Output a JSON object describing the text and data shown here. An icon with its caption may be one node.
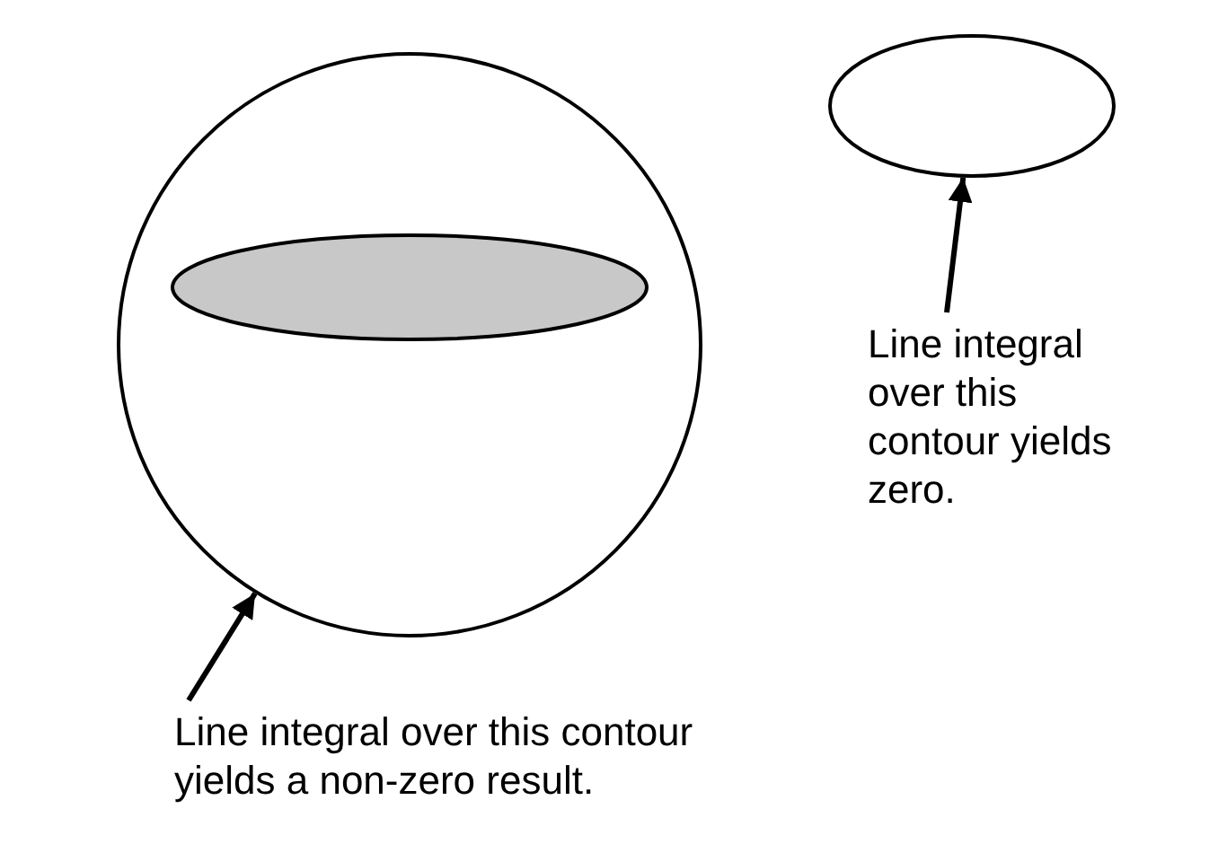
{
  "diagram": {
    "nodes": [
      {
        "text": [],
        "shape": "circle"
      },
      {
        "text": [],
        "shape": "ellipse",
        "in": 0
      },
      {
        "text": [],
        "shape": "ellipse"
      },
      {
        "text": [
          "Line integral over this contour yields zero."
        ]
      },
      {
        "text": [
          "Line integral over this contour yields a non-zero result."
        ]
      }
    ],
    "edges": [
      {
        "from": 3,
        "to": 2,
        "arrow": "to"
      },
      {
        "from": 4,
        "to": 0,
        "arrow": "to"
      }
    ]
  }
}
